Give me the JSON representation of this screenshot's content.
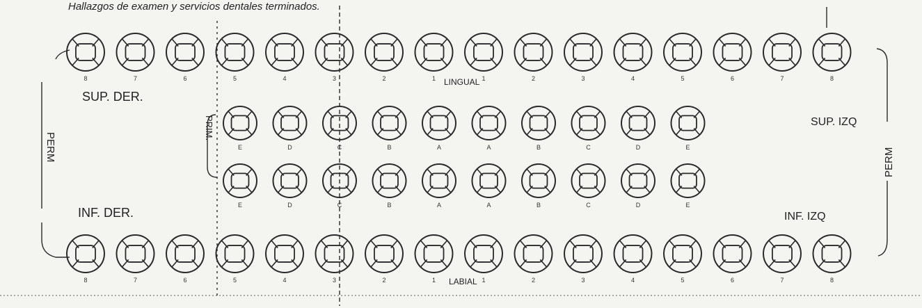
{
  "header": {
    "title": "Hallazgos de examen y servicios dentales terminados."
  },
  "labels": {
    "sup_der": "SUP. DER.",
    "sup_izq": "SUP. IZQ",
    "inf_der": "INF. DER.",
    "inf_izq": "INF. IZQ",
    "lingual": "LINGUAL",
    "labial": "LABIAL",
    "perm_left": "PERM",
    "perm_right": "PERM",
    "prim": "PRIM."
  },
  "rows": {
    "upper_permanent": {
      "numbers": [
        "8",
        "7",
        "6",
        "5",
        "4",
        "3",
        "2",
        "1",
        "1",
        "2",
        "3",
        "4",
        "5",
        "6",
        "7",
        "8"
      ]
    },
    "upper_primary": {
      "numbers": [
        "E",
        "D",
        "C",
        "B",
        "A",
        "A",
        "B",
        "C",
        "D",
        "E"
      ]
    },
    "lower_primary": {
      "numbers": [
        "E",
        "D",
        "C",
        "B",
        "A",
        "A",
        "B",
        "C",
        "D",
        "E"
      ]
    },
    "lower_permanent": {
      "numbers": [
        "8",
        "7",
        "6",
        "5",
        "4",
        "3",
        "2",
        "1",
        "1",
        "2",
        "3",
        "4",
        "5",
        "6",
        "7",
        "8"
      ]
    }
  }
}
